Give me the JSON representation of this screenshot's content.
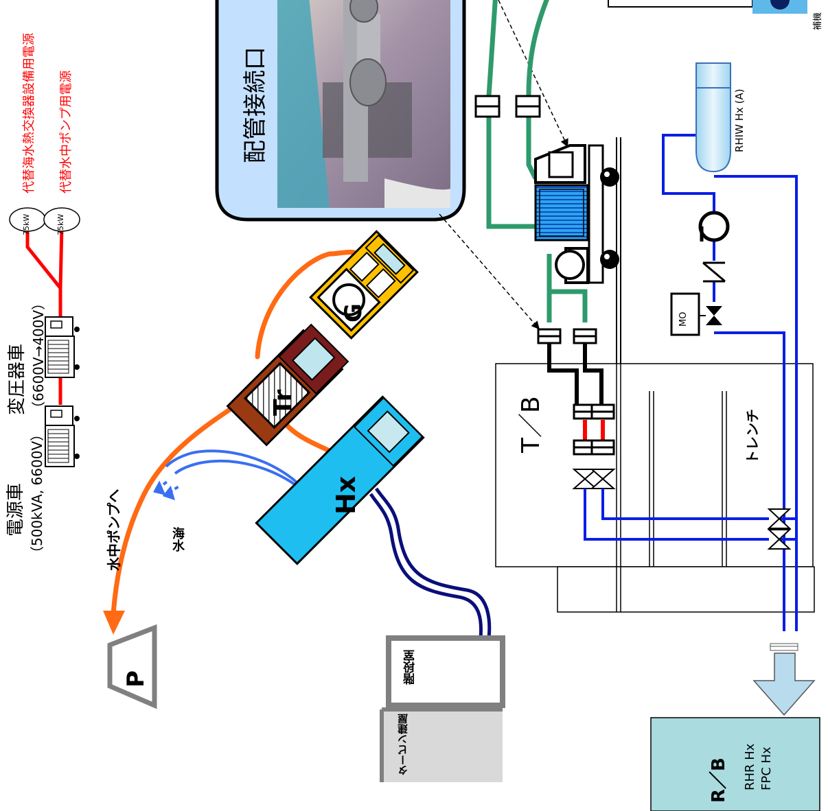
{
  "labels": {
    "power_vehicle_title": "電源車",
    "power_vehicle_spec": "（500kVA, 6600V）",
    "transformer_title": "変圧器車",
    "transformer_spec": "（6600V→400V）",
    "load_75kw_1": "75kW",
    "load_75kw_2": "75kW",
    "power_for_hx": "代替海水熱交換器設備用電源",
    "power_for_pump": "代替水中ポンプ用電源",
    "to_submersible_pump": "水中ポンプへ",
    "seawater": "海水",
    "pump_symbol": "P",
    "generator_symbol": "G",
    "transformer_symbol": "Tr",
    "hx_symbol": "Hx",
    "stairwell": "階段室",
    "turbine_roof": "タービン建屋",
    "pipe_connection": "配管接続口",
    "tb": "T／B",
    "trench": "トレンチ",
    "mo": "MO",
    "rhiw_hx": "RHIW Hx (A)",
    "rb": "R／B",
    "rhr_hx": "RHR Hx",
    "fpc_hx": "FPC Hx",
    "aux_text": "補機"
  },
  "colors": {
    "orange_cable": "#ff6a13",
    "red_cable": "#ff0000",
    "blue_pipe": "#0a1ee6",
    "navy_pipe": "#0a0f7a",
    "green_hose": "#2f9a6c",
    "hx_cyan": "#1ebef0",
    "tr_brown": "#9a3a12",
    "gen_yellow": "#ffc000",
    "rb_box": "#a9dbdf",
    "callout_fill": "#c4e0ff"
  }
}
